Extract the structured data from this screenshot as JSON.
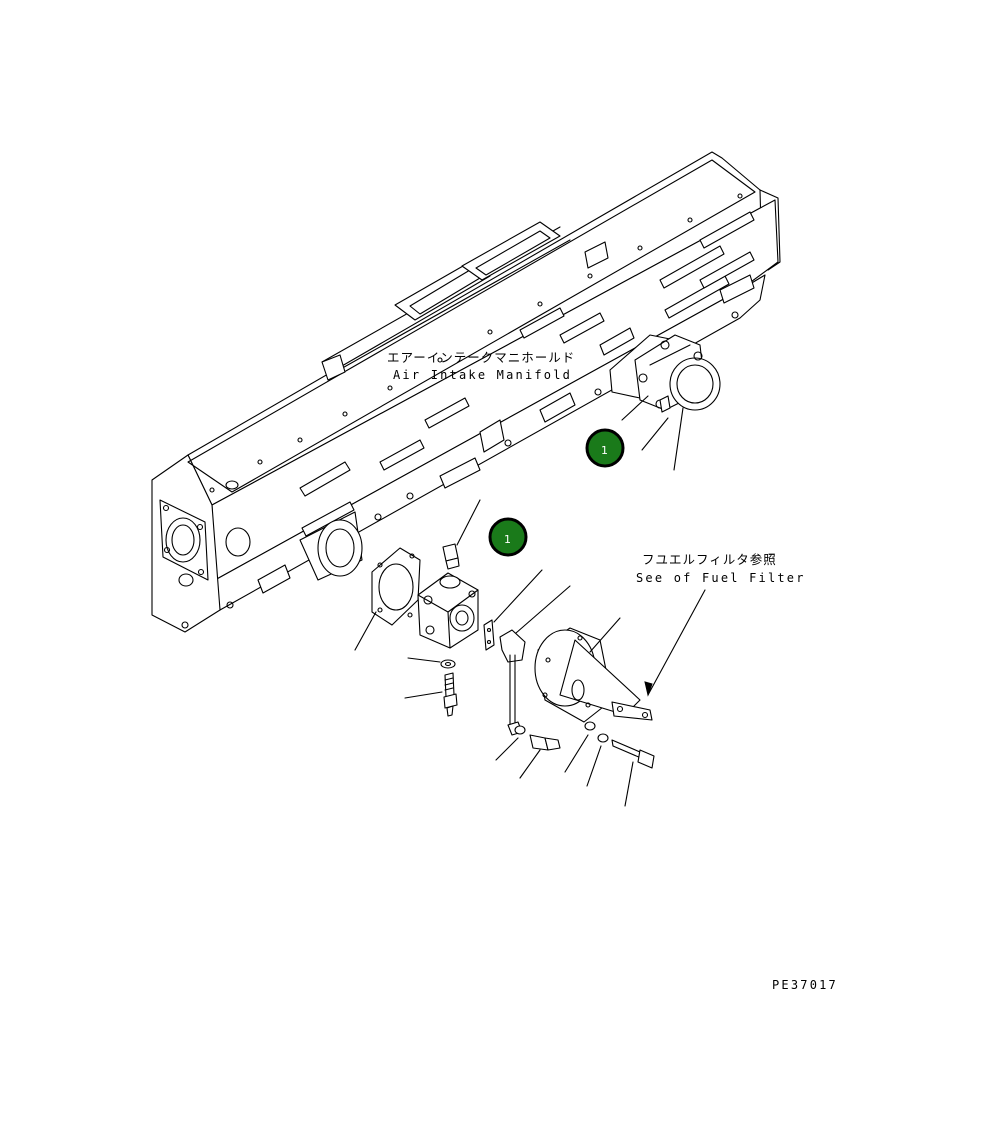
{
  "labels": {
    "manifold_jp": "エアーインテークマニホールド",
    "manifold_en": "Air Intake Manifold",
    "fuel_filter_jp": "フユエルフィルタ参照",
    "fuel_filter_en": "See of Fuel Filter",
    "drawing_code": "PE37017"
  },
  "callouts": [
    {
      "text": "1"
    },
    {
      "text": "1"
    }
  ],
  "colors": {
    "badge_fill": "#1a7a1a",
    "badge_stroke": "#000000",
    "line": "#000000",
    "background": "#ffffff"
  }
}
